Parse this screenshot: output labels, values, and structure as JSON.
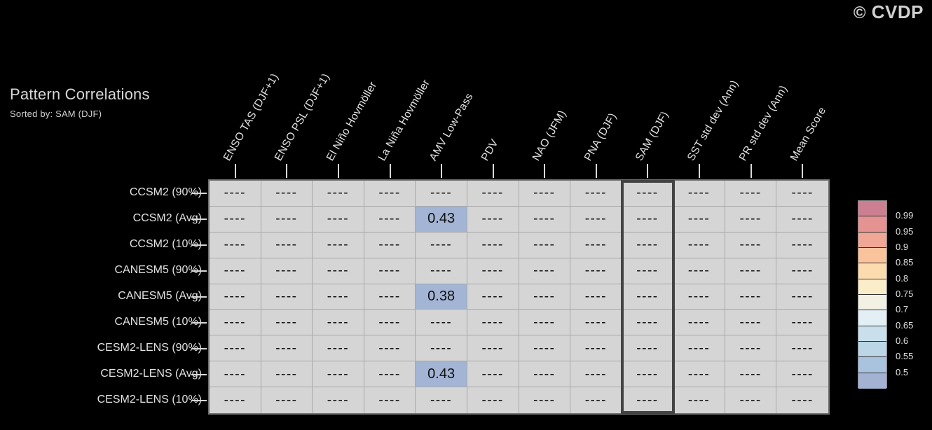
{
  "watermark": {
    "symbol": "©",
    "text": "CVDP"
  },
  "header": {
    "title": "Pattern Correlations",
    "subtitle": "Sorted by: SAM (DJF)"
  },
  "chart_data": {
    "type": "heatmap",
    "title": "Pattern Correlations",
    "subtitle": "Sorted by: SAM (DJF)",
    "xlabel": "",
    "ylabel": "",
    "grid": true,
    "legend_position": "right",
    "columns": [
      "ENSO TAS (DJF+1)",
      "ENSO PSL (DJF+1)",
      "El Niño Hovmöller",
      "La Niña Hovmöller",
      "AMV Low-Pass",
      "PDV",
      "NAO (JFM)",
      "PNA (DJF)",
      "SAM (DJF)",
      "SST std dev (Ann)",
      "PR std dev (Ann)",
      "Mean Score"
    ],
    "rows": [
      "CCSM2 (90%)",
      "CCSM2 (Avg)",
      "CCSM2 (10%)",
      "CANESM5 (90%)",
      "CANESM5 (Avg)",
      "CANESM5 (10%)",
      "CESM2-LENS (90%)",
      "CESM2-LENS (Avg)",
      "CESM2-LENS (10%)"
    ],
    "highlighted_column": "SAM (DJF)",
    "missing_placeholder": "----",
    "values": [
      [
        "----",
        "----",
        "----",
        "----",
        "----",
        "----",
        "----",
        "----",
        "----",
        "----",
        "----",
        "----"
      ],
      [
        "----",
        "----",
        "----",
        "----",
        "0.43",
        "----",
        "----",
        "----",
        "----",
        "----",
        "----",
        "----"
      ],
      [
        "----",
        "----",
        "----",
        "----",
        "----",
        "----",
        "----",
        "----",
        "----",
        "----",
        "----",
        "----"
      ],
      [
        "----",
        "----",
        "----",
        "----",
        "----",
        "----",
        "----",
        "----",
        "----",
        "----",
        "----",
        "----"
      ],
      [
        "----",
        "----",
        "----",
        "----",
        "0.38",
        "----",
        "----",
        "----",
        "----",
        "----",
        "----",
        "----"
      ],
      [
        "----",
        "----",
        "----",
        "----",
        "----",
        "----",
        "----",
        "----",
        "----",
        "----",
        "----",
        "----"
      ],
      [
        "----",
        "----",
        "----",
        "----",
        "----",
        "----",
        "----",
        "----",
        "----",
        "----",
        "----",
        "----"
      ],
      [
        "----",
        "----",
        "----",
        "----",
        "0.43",
        "----",
        "----",
        "----",
        "----",
        "----",
        "----",
        "----"
      ],
      [
        "----",
        "----",
        "----",
        "----",
        "----",
        "----",
        "----",
        "----",
        "----",
        "----",
        "----",
        "----"
      ]
    ],
    "cell_colors": [
      [
        "#d5d5d5",
        "#d5d5d5",
        "#d5d5d5",
        "#d5d5d5",
        "#d5d5d5",
        "#d5d5d5",
        "#d5d5d5",
        "#d5d5d5",
        "#d5d5d5",
        "#d5d5d5",
        "#d5d5d5",
        "#d5d5d5"
      ],
      [
        "#d5d5d5",
        "#d5d5d5",
        "#d5d5d5",
        "#d5d5d5",
        "#a3b4d4",
        "#d5d5d5",
        "#d5d5d5",
        "#d5d5d5",
        "#d5d5d5",
        "#d5d5d5",
        "#d5d5d5",
        "#d5d5d5"
      ],
      [
        "#d5d5d5",
        "#d5d5d5",
        "#d5d5d5",
        "#d5d5d5",
        "#d5d5d5",
        "#d5d5d5",
        "#d5d5d5",
        "#d5d5d5",
        "#d5d5d5",
        "#d5d5d5",
        "#d5d5d5",
        "#d5d5d5"
      ],
      [
        "#d5d5d5",
        "#d5d5d5",
        "#d5d5d5",
        "#d5d5d5",
        "#d5d5d5",
        "#d5d5d5",
        "#d5d5d5",
        "#d5d5d5",
        "#d5d5d5",
        "#d5d5d5",
        "#d5d5d5",
        "#d5d5d5"
      ],
      [
        "#d5d5d5",
        "#d5d5d5",
        "#d5d5d5",
        "#d5d5d5",
        "#a3b4d4",
        "#d5d5d5",
        "#d5d5d5",
        "#d5d5d5",
        "#d5d5d5",
        "#d5d5d5",
        "#d5d5d5",
        "#d5d5d5"
      ],
      [
        "#d5d5d5",
        "#d5d5d5",
        "#d5d5d5",
        "#d5d5d5",
        "#d5d5d5",
        "#d5d5d5",
        "#d5d5d5",
        "#d5d5d5",
        "#d5d5d5",
        "#d5d5d5",
        "#d5d5d5",
        "#d5d5d5"
      ],
      [
        "#d5d5d5",
        "#d5d5d5",
        "#d5d5d5",
        "#d5d5d5",
        "#d5d5d5",
        "#d5d5d5",
        "#d5d5d5",
        "#d5d5d5",
        "#d5d5d5",
        "#d5d5d5",
        "#d5d5d5",
        "#d5d5d5"
      ],
      [
        "#d5d5d5",
        "#d5d5d5",
        "#d5d5d5",
        "#d5d5d5",
        "#a3b4d4",
        "#d5d5d5",
        "#d5d5d5",
        "#d5d5d5",
        "#d5d5d5",
        "#d5d5d5",
        "#d5d5d5",
        "#d5d5d5"
      ],
      [
        "#d5d5d5",
        "#d5d5d5",
        "#d5d5d5",
        "#d5d5d5",
        "#d5d5d5",
        "#d5d5d5",
        "#d5d5d5",
        "#d5d5d5",
        "#d5d5d5",
        "#d5d5d5",
        "#d5d5d5",
        "#d5d5d5"
      ]
    ],
    "colorbar": {
      "labels": [
        "0.99",
        "0.95",
        "0.9",
        "0.85",
        "0.8",
        "0.75",
        "0.7",
        "0.65",
        "0.6",
        "0.55",
        "0.5"
      ],
      "colors": [
        "#cd7f92",
        "#e59293",
        "#f0a795",
        "#fac39c",
        "#fcdcaf",
        "#fbecca",
        "#f2f1e4",
        "#e2eff4",
        "#c9e0ec",
        "#bcd6e8",
        "#a9c2de",
        "#a3b1d2"
      ]
    }
  }
}
